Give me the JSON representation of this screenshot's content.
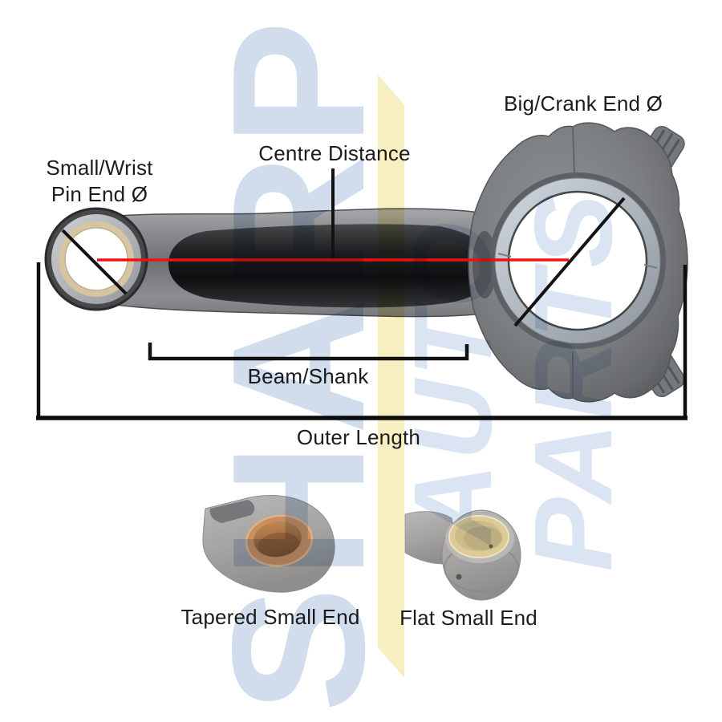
{
  "diagram": {
    "labels": {
      "big_end": "Big/Crank End Ø",
      "small_end_line1": "Small/Wrist",
      "small_end_line2": "Pin End Ø",
      "centre_distance": "Centre Distance",
      "beam_shank": "Beam/Shank",
      "outer_length": "Outer Length",
      "tapered_small_end": "Tapered Small End",
      "flat_small_end": "Flat Small End"
    },
    "watermark": {
      "brand": "SHARP",
      "tagline": "AUTO PARTS"
    },
    "colors": {
      "annotation_red": "#ee1111",
      "annotation_black": "#131313",
      "watermark_blue": "#bfcfe7",
      "watermark_blue_light": "#cbd8ec",
      "watermark_yellow": "#f6eebd",
      "rod_body_gray": "#7d8084",
      "bearing_silver": "#b9c0c8",
      "bushing_tan": "#d6c5a0",
      "bushing_copper": "#c98f60",
      "bushing_brass": "#dcca97"
    }
  }
}
